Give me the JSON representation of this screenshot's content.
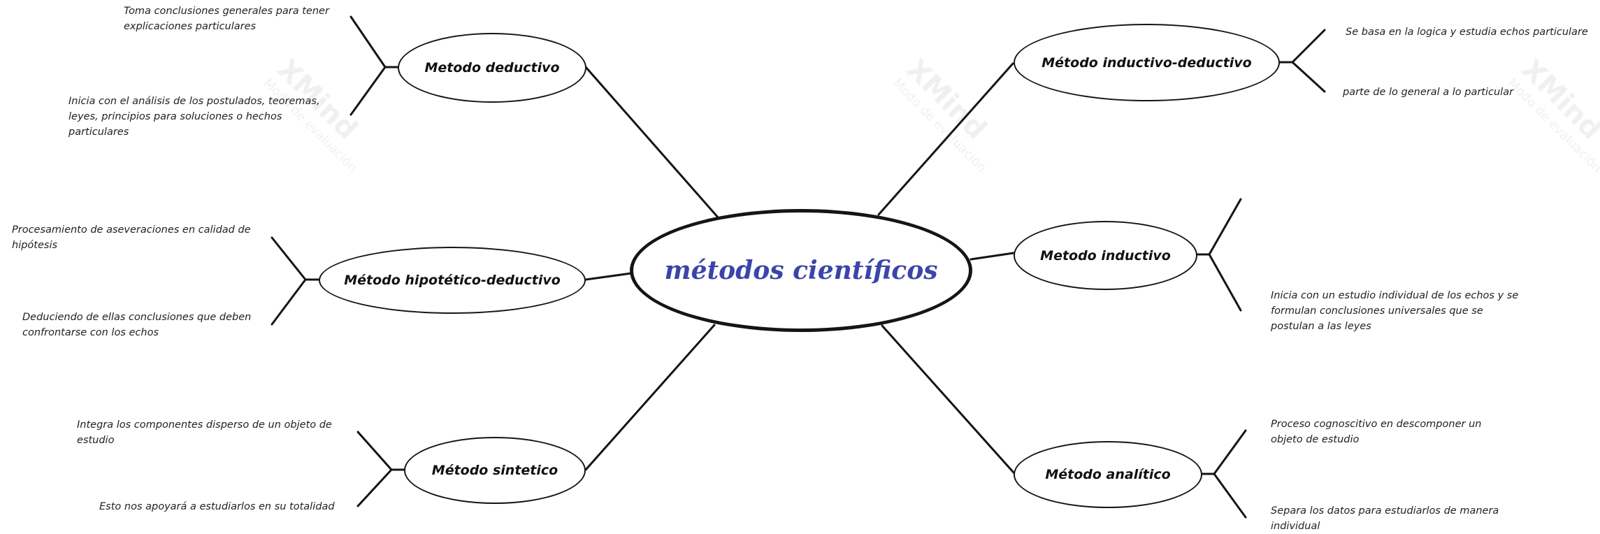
{
  "colors": {
    "line": "#151515",
    "central_text": "#3b45a8",
    "text": "#111111",
    "watermark": "#efefef"
  },
  "central": {
    "label": "métodos científicos"
  },
  "topics": {
    "deductivo": {
      "label": "Metodo deductivo"
    },
    "hipotetico": {
      "label": "Método hipotético-deductivo"
    },
    "sintetico": {
      "label": "Método sintetico"
    },
    "inductivo_deductivo": {
      "label": "Método inductivo-deductivo"
    },
    "inductivo": {
      "label": "Metodo inductivo"
    },
    "analitico": {
      "label": "Método analítico"
    }
  },
  "notes": {
    "deductivo_1": "Toma conclusiones generales para tener explicaciones particulares",
    "deductivo_2": "Inicia con el análisis de los postulados, teoremas, leyes, principios para soluciones o hechos particulares",
    "hipotetico_1": "Procesamiento de aseveraciones en calidad de hipótesis",
    "hipotetico_2": "Deduciendo de ellas conclusiones que deben confrontarse con los echos",
    "sintetico_1": "Integra los componentes disperso de un objeto de estudio",
    "sintetico_2": "Esto nos apoyará a estudiarlos en su totalidad",
    "inductivo_deductivo_1": "Se basa en la logica y estudia echos particulare",
    "inductivo_deductivo_2": "parte de lo general a lo particular",
    "inductivo_1": "Inicia con un estudio individual de los echos y se formulan conclusiones universales que se postulan a las leyes",
    "analitico_1": "Proceso cognoscitivo en descomponer un objeto de estudio",
    "analitico_2": "Separa los datos para estudiarlos de manera individual"
  },
  "watermark": {
    "brand": "XMind",
    "mode": "Modo de evaluación"
  }
}
